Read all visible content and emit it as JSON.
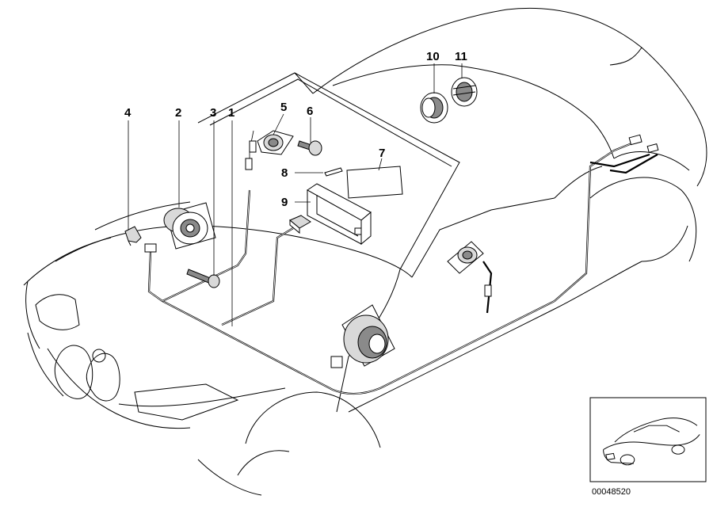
{
  "callouts": [
    {
      "label": "1"
    },
    {
      "label": "2"
    },
    {
      "label": "3"
    },
    {
      "label": "4"
    },
    {
      "label": "5"
    },
    {
      "label": "6"
    },
    {
      "label": "7"
    },
    {
      "label": "8"
    },
    {
      "label": "9"
    },
    {
      "label": "10"
    },
    {
      "label": "11"
    }
  ],
  "reference_number": "00048520"
}
